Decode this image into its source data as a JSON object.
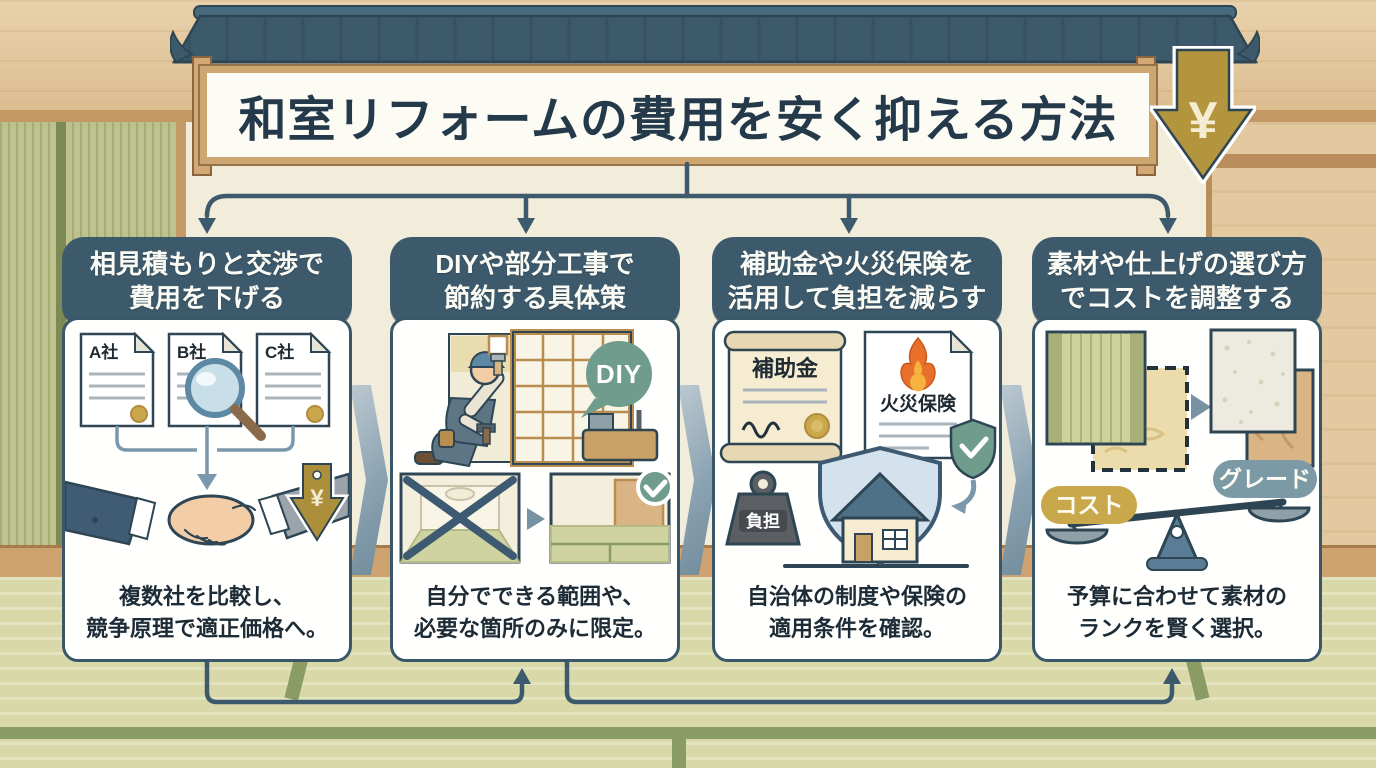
{
  "title": {
    "banner": "和室リフォームの費用を安く抑える方法",
    "yen": "¥"
  },
  "columns": [
    {
      "header_line1": "相見積もりと交渉で",
      "header_line2": "費用を下げる",
      "caption_line1": "複数社を比較し、",
      "caption_line2": "競争原理で適正価格へ。",
      "doc_labels": [
        "A社",
        "B社",
        "C社"
      ],
      "yen_tag": "¥"
    },
    {
      "header_line1": "DIYや部分工事で",
      "header_line2": "節約する具体策",
      "caption_line1": "自分でできる範囲や、",
      "caption_line2": "必要な箇所のみに限定。",
      "bubble": "DIY"
    },
    {
      "header_line1": "補助金や火災保険を",
      "header_line2": "活用して負担を減らす",
      "caption_line1": "自治体の制度や保険の",
      "caption_line2": "適用条件を確認。",
      "subsidy_label": "補助金",
      "insurance_label": "火災保険",
      "burden_label": "負担"
    },
    {
      "header_line1": "素材や仕上げの選び方",
      "header_line2": "でコストを調整する",
      "caption_line1": "予算に合わせて素材の",
      "caption_line2": "ランクを賢く選択。",
      "cost_label": "コスト",
      "grade_label": "グレード"
    }
  ],
  "colors": {
    "header_bg": "#3d5a6c",
    "card_border": "#3a576a",
    "roof": "#3c5a6c",
    "gold": "#b2953c",
    "bubble_green": "#6f9c8c",
    "chevron": "#8aa2b1",
    "wall": "#f2ecda",
    "wood": "#e2c69c",
    "tatami": "#d9d8a8",
    "tatami_border": "#8a9b63"
  }
}
